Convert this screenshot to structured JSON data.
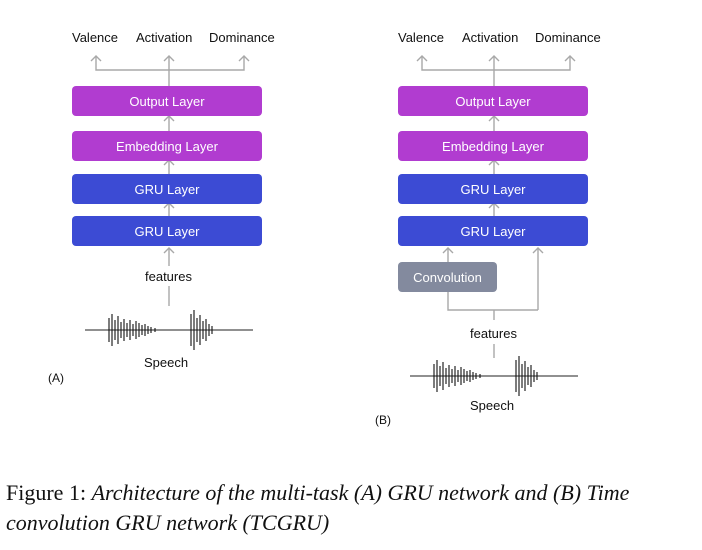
{
  "panel_a": {
    "outputs": [
      "Valence",
      "Activation",
      "Dominance"
    ],
    "layers": [
      "Output Layer",
      "Embedding Layer",
      "GRU Layer",
      "GRU Layer"
    ],
    "input_label": "features",
    "signal_label": "Speech",
    "panel_label": "(A)"
  },
  "panel_b": {
    "outputs": [
      "Valence",
      "Activation",
      "Dominance"
    ],
    "layers": [
      "Output Layer",
      "Embedding Layer",
      "GRU Layer",
      "GRU Layer"
    ],
    "conv_label": "Convolution",
    "input_label": "features",
    "signal_label": "Speech",
    "panel_label": "(B)"
  },
  "caption": {
    "prefix": "Figure 1:",
    "text": "Architecture of the multi-task (A) GRU network and (B) Time convolution GRU network (TCGRU)"
  },
  "colors": {
    "output_embedding": "#b13cd0",
    "gru": "#3c4bd4",
    "convolution": "#838a9e",
    "connector": "#a8a8a8"
  }
}
